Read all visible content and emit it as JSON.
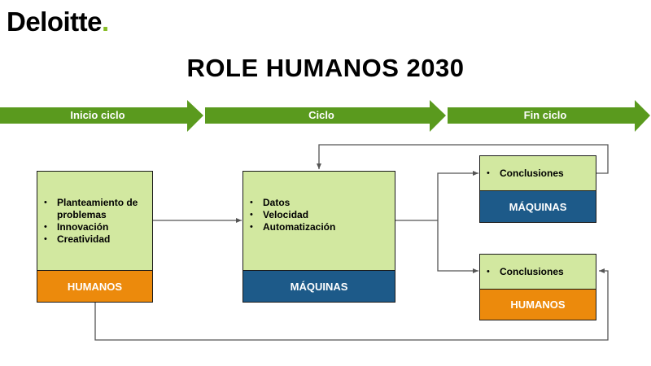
{
  "header": {
    "logo_text": "Deloitte",
    "logo_dot": ".",
    "title": "ROLE HUMANOS 2030"
  },
  "phases": [
    {
      "label": "Inicio ciclo"
    },
    {
      "label": "Ciclo"
    },
    {
      "label": "Fin ciclo"
    }
  ],
  "boxes": {
    "humans_start": {
      "items": [
        "Planteamiento de problemas",
        "Innovación",
        "Creatividad"
      ],
      "role": "HUMANOS"
    },
    "machines_cycle": {
      "items": [
        "Datos",
        "Velocidad",
        "Automatización"
      ],
      "role": "MÁQUINAS"
    },
    "machines_end": {
      "items": [
        "Conclusiones"
      ],
      "role": "MÁQUINAS"
    },
    "humans_end": {
      "items": [
        "Conclusiones"
      ],
      "role": "HUMANOS"
    }
  },
  "bullet_glyph": "•",
  "colors": {
    "arrow_green": "#5a9a1e",
    "box_light_green": "#d2e8a0",
    "human_orange": "#ec8a0c",
    "machine_blue": "#1d5a89",
    "connector": "#555555",
    "logo_dot": "#86bc25"
  }
}
